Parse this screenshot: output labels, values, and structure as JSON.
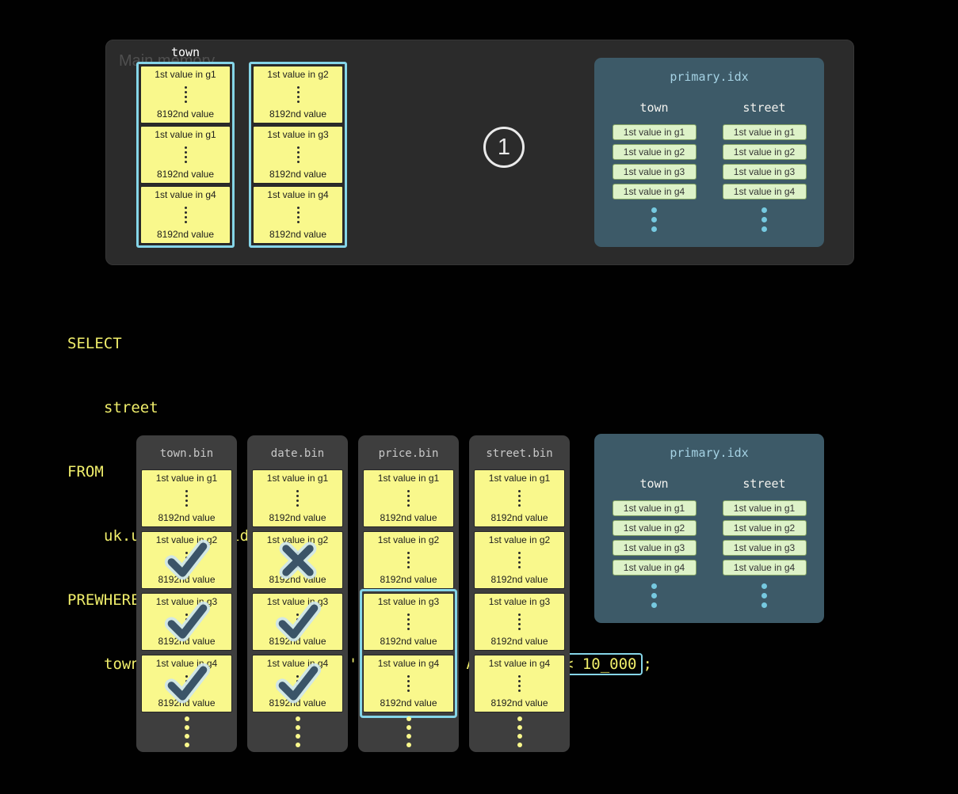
{
  "colors": {
    "accent_cyan": "#85d5e8",
    "granule_yellow": "#f9f88c",
    "sql_yellow": "#f0ee6b",
    "idx_panel_blue": "#3d5a68",
    "idx_pill_green": "#ddf2c8",
    "mark_dark_blue": "#3b5468",
    "mark_light_halo": "#cde4ee",
    "memory_panel_gray": "#2b2b2b",
    "bin_panel_gray": "#3e3e3e"
  },
  "main_memory": {
    "label": "Main memory",
    "column_label": "town",
    "step_badge": "1",
    "columns": [
      {
        "blocks": [
          {
            "first": "1st value in g1",
            "last": "8192nd value"
          },
          {
            "first": "1st value in g1",
            "last": "8192nd value"
          },
          {
            "first": "1st value in g4",
            "last": "8192nd value"
          }
        ]
      },
      {
        "blocks": [
          {
            "first": "1st value in g2",
            "last": "8192nd value"
          },
          {
            "first": "1st value in g3",
            "last": "8192nd value"
          },
          {
            "first": "1st value in g4",
            "last": "8192nd value"
          }
        ]
      }
    ]
  },
  "primary_idx": {
    "title": "primary.idx",
    "columns": [
      {
        "header": "town",
        "entries": [
          "1st value in g1",
          "1st value in g2",
          "1st value in g3",
          "1st value in g4"
        ]
      },
      {
        "header": "street",
        "entries": [
          "1st value in g1",
          "1st value in g2",
          "1st value in g3",
          "1st value in g4"
        ]
      }
    ]
  },
  "sql": {
    "line1": "SELECT",
    "line2": "street",
    "line3": "FROM",
    "line4": "uk.uk_price_paid_simple",
    "line5": "PREWHERE",
    "line6_prefix": "town = 'LONDON' AND date > '2024-12-31' AND ",
    "line6_highlight": "price < 10_000",
    "line6_suffix": ";"
  },
  "bins": [
    {
      "title": "town.bin",
      "blocks": [
        {
          "first": "1st value in g1",
          "last": "8192nd value"
        },
        {
          "first": "1st value in g2",
          "last": "8192nd value"
        },
        {
          "first": "1st value in g3",
          "last": "8192nd value"
        },
        {
          "first": "1st value in g4",
          "last": "8192nd value"
        }
      ],
      "marks": [
        "none",
        "check",
        "check",
        "check"
      ]
    },
    {
      "title": "date.bin",
      "blocks": [
        {
          "first": "1st value in g1",
          "last": "8192nd value"
        },
        {
          "first": "1st value in g2",
          "last": "8192nd value"
        },
        {
          "first": "1st value in g3",
          "last": "8192nd value"
        },
        {
          "first": "1st value in g4",
          "last": "8192nd value"
        }
      ],
      "marks": [
        "none",
        "cross",
        "check",
        "check"
      ]
    },
    {
      "title": "price.bin",
      "blocks": [
        {
          "first": "1st value in g1",
          "last": "8192nd value"
        },
        {
          "first": "1st value in g2",
          "last": "8192nd value"
        },
        {
          "first": "1st value in g3",
          "last": "8192nd value"
        },
        {
          "first": "1st value in g4",
          "last": "8192nd value"
        }
      ],
      "marks": [
        "none",
        "none",
        "none",
        "none"
      ],
      "highlighted_granules": [
        "g3",
        "g4"
      ]
    },
    {
      "title": "street.bin",
      "blocks": [
        {
          "first": "1st value in g1",
          "last": "8192nd value"
        },
        {
          "first": "1st value in g2",
          "last": "8192nd value"
        },
        {
          "first": "1st value in g3",
          "last": "8192nd value"
        },
        {
          "first": "1st value in g4",
          "last": "8192nd value"
        }
      ],
      "marks": [
        "none",
        "none",
        "none",
        "none"
      ]
    }
  ]
}
